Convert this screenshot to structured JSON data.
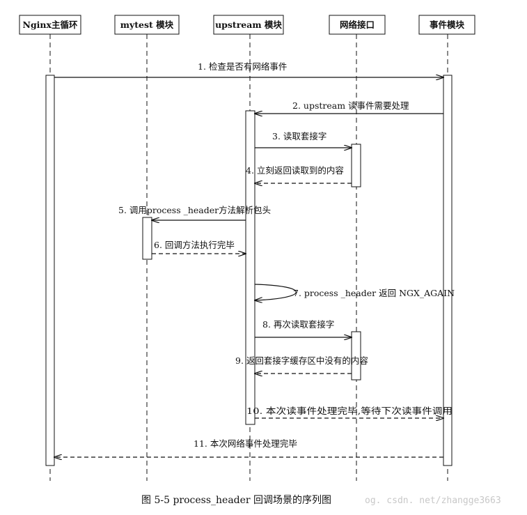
{
  "participants": [
    {
      "id": "nginx",
      "label": "Nginx主循环"
    },
    {
      "id": "mytest",
      "label": "mytest 模块"
    },
    {
      "id": "upstream",
      "label": "upstream 模块"
    },
    {
      "id": "net",
      "label": "网络接口"
    },
    {
      "id": "event",
      "label": "事件模块"
    }
  ],
  "messages": [
    {
      "n": 1,
      "label": "1. 检查是否有网络事件",
      "from": "nginx",
      "to": "event",
      "style": "solid"
    },
    {
      "n": 2,
      "label": "2. upstream 读事件需要处理",
      "from": "event",
      "to": "upstream",
      "style": "solid"
    },
    {
      "n": 3,
      "label": "3. 读取套接字",
      "from": "upstream",
      "to": "net",
      "style": "solid"
    },
    {
      "n": 4,
      "label": "4. 立刻返回读取到的内容",
      "from": "net",
      "to": "upstream",
      "style": "dashed"
    },
    {
      "n": 5,
      "label": "5. 调用process _header方法解析包头",
      "from": "upstream",
      "to": "mytest",
      "style": "solid"
    },
    {
      "n": 6,
      "label": "6. 回调方法执行完毕",
      "from": "mytest",
      "to": "upstream",
      "style": "dashed"
    },
    {
      "n": 7,
      "label": "7. process _header 返回 NGX_AGAIN",
      "from": "upstream",
      "to": "upstream",
      "style": "self"
    },
    {
      "n": 8,
      "label": "8. 再次读取套接字",
      "from": "upstream",
      "to": "net",
      "style": "solid"
    },
    {
      "n": 9,
      "label": "9. 返回套接字缓存区中没有的内容",
      "from": "net",
      "to": "upstream",
      "style": "dashed"
    },
    {
      "n": 10,
      "label": "10. 本次读事件处理完毕,等待下次读事件调用",
      "from": "upstream",
      "to": "event",
      "style": "dashed"
    },
    {
      "n": 11,
      "label": "11. 本次网络事件处理完毕",
      "from": "event",
      "to": "nginx",
      "style": "dashed"
    }
  ],
  "caption": "图 5-5   process_header 回调场景的序列图",
  "watermark": "og. csdn. net/zhangge3663"
}
